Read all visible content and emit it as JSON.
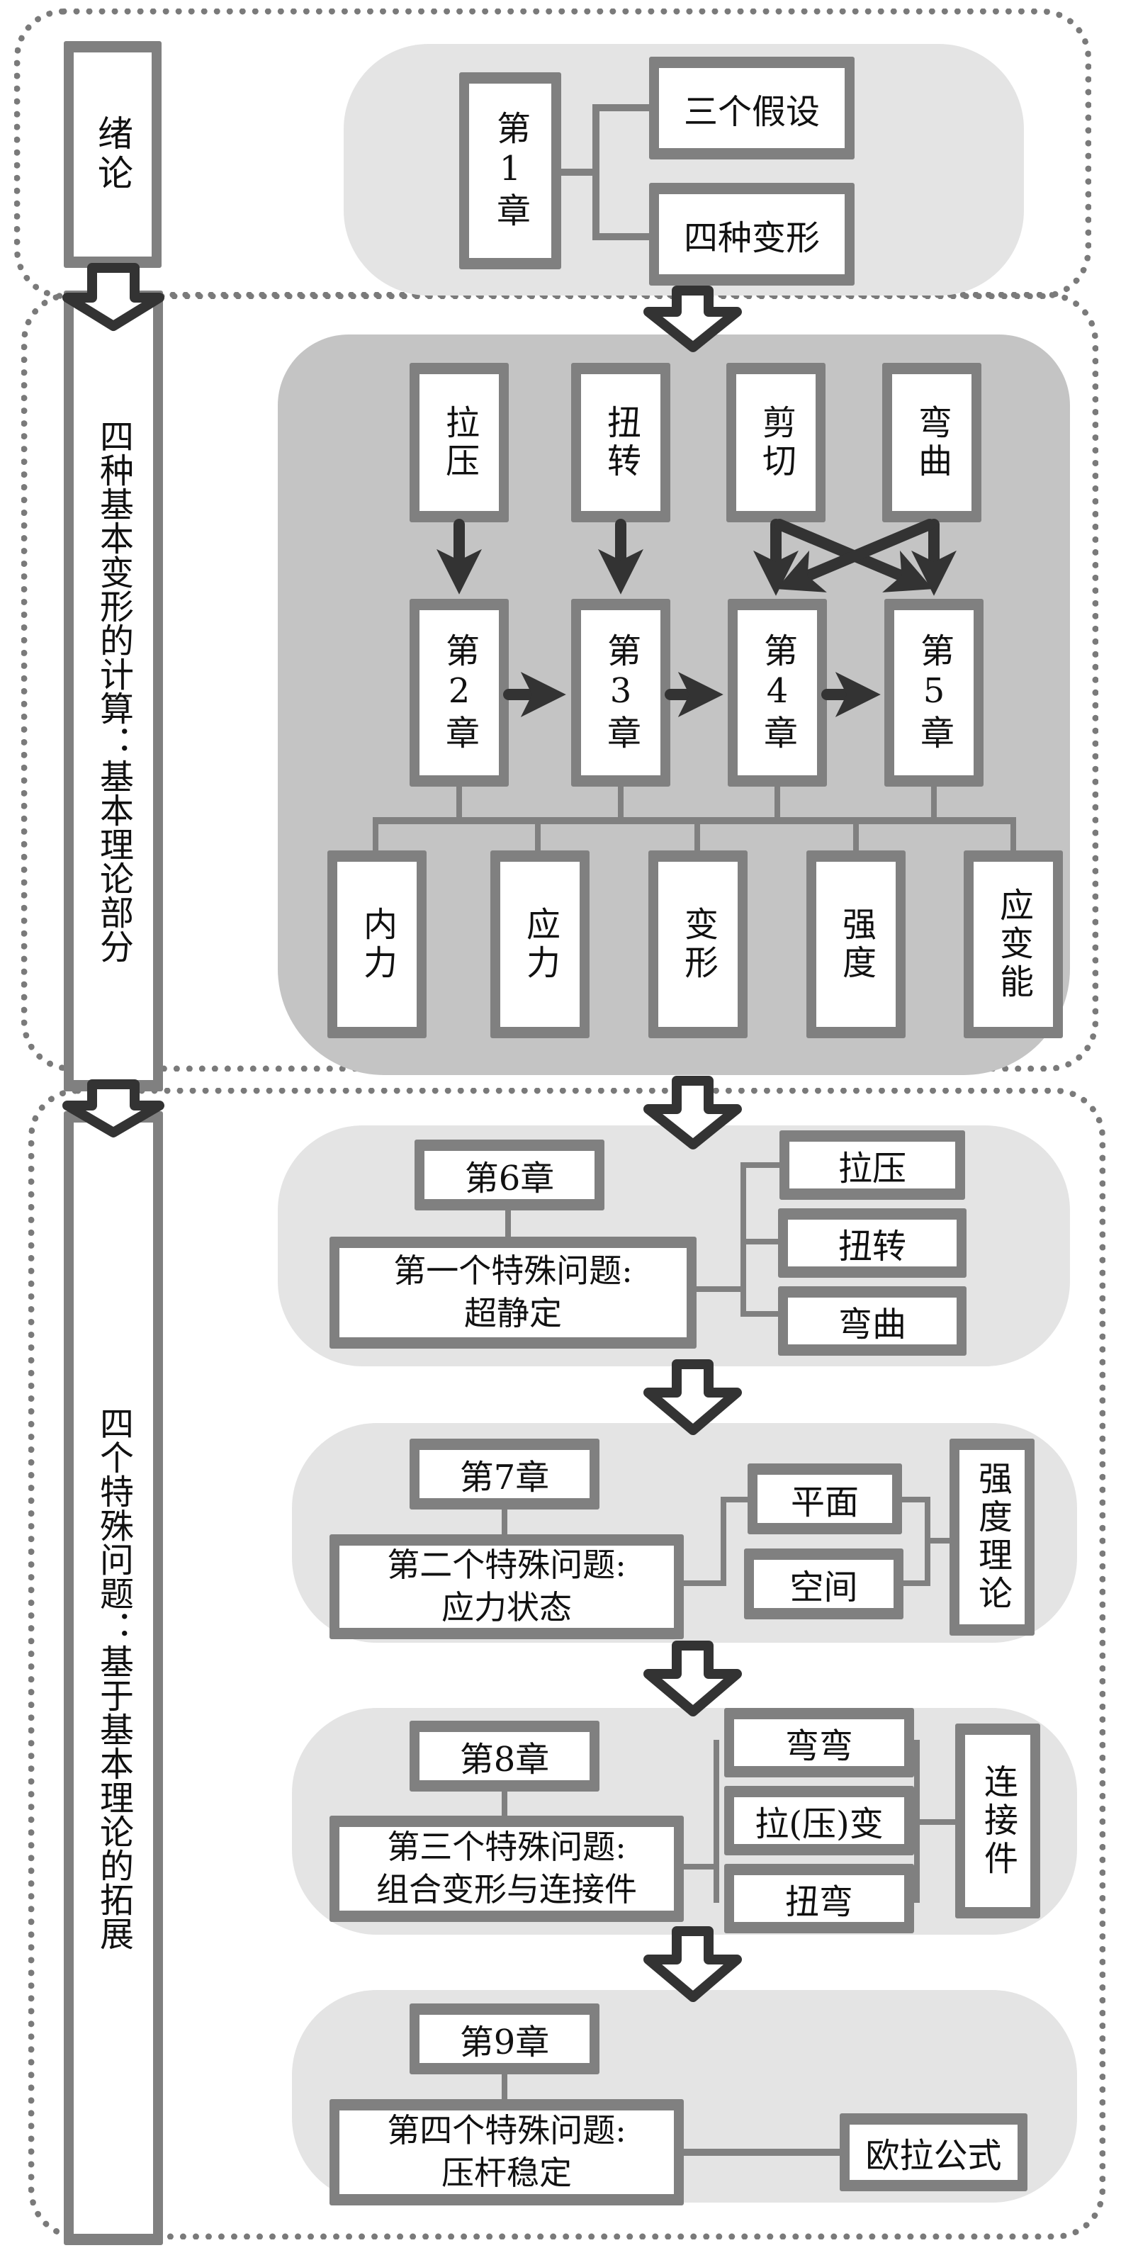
{
  "sections": [
    {
      "label": "绪论",
      "chapter": "第1章",
      "items": [
        "三个假设",
        "四种变形"
      ]
    },
    {
      "label": "四种基本变形的计算：基本理论部分",
      "deformations": [
        "拉压",
        "扭转",
        "剪切",
        "弯曲"
      ],
      "chapters": [
        "第2章",
        "第3章",
        "第4章",
        "第5章"
      ],
      "topics": [
        "内力",
        "应力",
        "变形",
        "强度",
        "应变能"
      ]
    },
    {
      "label": "四个特殊问题：基于基本理论的拓展",
      "problems": [
        {
          "chapter": "第6章",
          "title_line1": "第一个特殊问题:",
          "title_line2": "超静定",
          "items": [
            "拉压",
            "扭转",
            "弯曲"
          ]
        },
        {
          "chapter": "第7章",
          "title_line1": "第二个特殊问题:",
          "title_line2": "应力状态",
          "items": [
            "平面",
            "空间"
          ],
          "result": "强度理论"
        },
        {
          "chapter": "第8章",
          "title_line1": "第三个特殊问题:",
          "title_line2": "组合变形与连接件",
          "items": [
            "弯弯",
            "拉(压)变",
            "扭弯"
          ],
          "result": "连接件"
        },
        {
          "chapter": "第9章",
          "title_line1": "第四个特殊问题:",
          "title_line2": "压杆稳定",
          "result": "欧拉公式"
        }
      ]
    }
  ],
  "colors": {
    "box_border": "#808080",
    "arrow": "#333333",
    "panel_light": "#e4e4e4",
    "panel_mid": "#c4c4c4",
    "dots": "#7a7a7a"
  }
}
